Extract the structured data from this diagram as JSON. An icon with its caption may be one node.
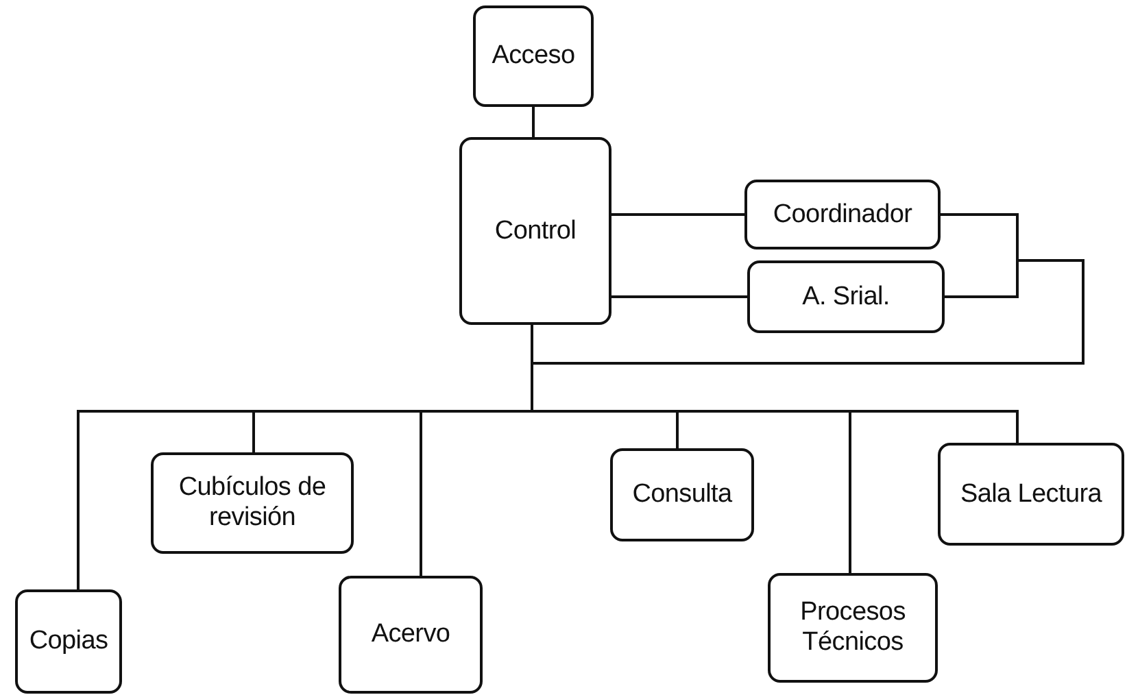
{
  "diagram": {
    "nodes": [
      {
        "text": [
          "Acceso"
        ]
      },
      {
        "text": [
          "Control"
        ]
      },
      {
        "text": [
          "Coordinador"
        ]
      },
      {
        "text": [
          "A. Srial."
        ]
      },
      {
        "text": [
          "Copias"
        ]
      },
      {
        "text": [
          "Cubículos de revisión"
        ]
      },
      {
        "text": [
          "Acervo"
        ]
      },
      {
        "text": [
          "Consulta"
        ]
      },
      {
        "text": [
          "Procesos Técnicos"
        ]
      },
      {
        "text": [
          "Sala Lectura"
        ]
      }
    ],
    "edges": [
      {
        "from": 0,
        "to": 1,
        "arrow": "none"
      },
      {
        "from": 1,
        "to": 2,
        "arrow": "none"
      },
      {
        "from": 1,
        "to": 3,
        "arrow": "none"
      },
      {
        "from": 2,
        "to": 1,
        "arrow": "none"
      },
      {
        "from": 3,
        "to": 1,
        "arrow": "none"
      },
      {
        "from": 1,
        "to": 4,
        "arrow": "none"
      },
      {
        "from": 1,
        "to": 5,
        "arrow": "none"
      },
      {
        "from": 1,
        "to": 6,
        "arrow": "none"
      },
      {
        "from": 1,
        "to": 7,
        "arrow": "none"
      },
      {
        "from": 1,
        "to": 8,
        "arrow": "none"
      },
      {
        "from": 1,
        "to": 9,
        "arrow": "none"
      }
    ]
  }
}
